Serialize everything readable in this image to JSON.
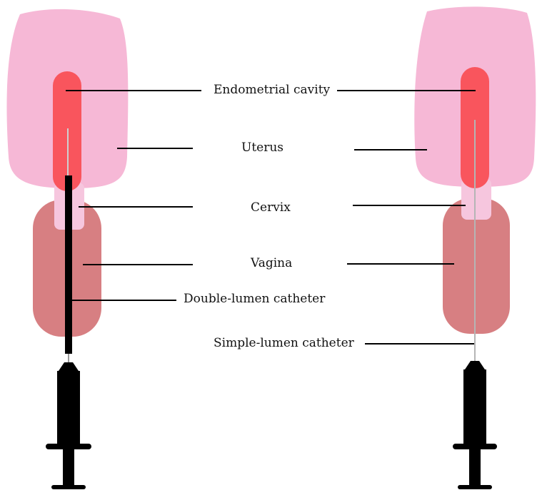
{
  "labels": {
    "endometrial_cavity": "Endometrial cavity",
    "uterus": "Uterus",
    "cervix": "Cervix",
    "vagina": "Vagina",
    "double_lumen_catheter": "Double-lumen catheter",
    "simple_lumen_catheter": "Simple-lumen catheter"
  },
  "colors": {
    "uterus": "#f6b8d6",
    "cervix": "#f6c6de",
    "endometrial_cavity": "#f9555d",
    "vagina": "#d77f82",
    "catheter": "#000000",
    "leader_line": "#000000",
    "background": "#ffffff"
  }
}
